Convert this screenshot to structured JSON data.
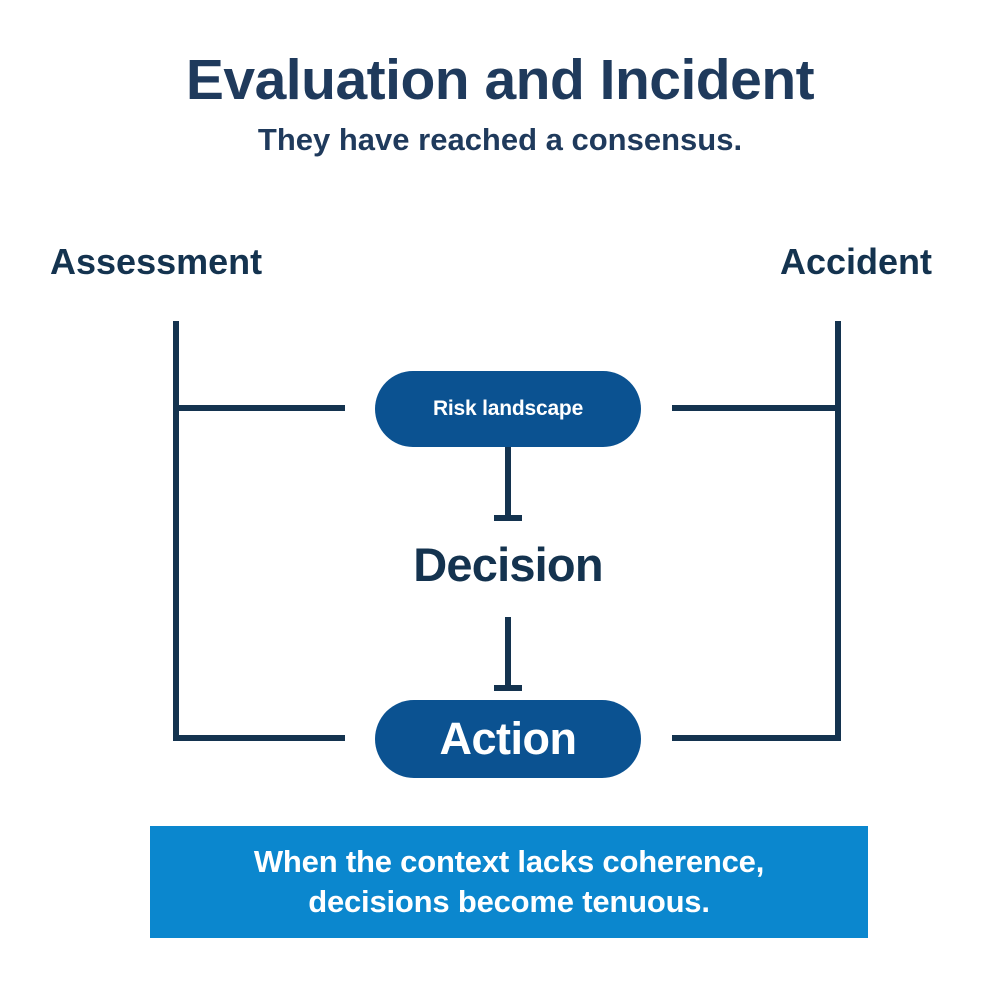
{
  "header": {
    "title": "Evaluation and Incident",
    "subtitle": "They have reached a consensus."
  },
  "labels": {
    "left": "Assessment",
    "right": "Accident"
  },
  "flow": {
    "nodes": [
      {
        "id": "risk-landscape",
        "label": "Risk landscape",
        "style": "pill"
      },
      {
        "id": "decision",
        "label": "Decision",
        "style": "text"
      },
      {
        "id": "action",
        "label": "Action",
        "style": "pill"
      }
    ]
  },
  "footer": {
    "text": "When the context lacks coherence,\ndecisions become tenuous."
  },
  "colors": {
    "navy": "#14334f",
    "title_navy": "#1f3a5c",
    "pill_blue": "#0b5291",
    "banner_blue": "#0b87ce",
    "background": "#ffffff",
    "on_blue_text": "#ffffff"
  }
}
